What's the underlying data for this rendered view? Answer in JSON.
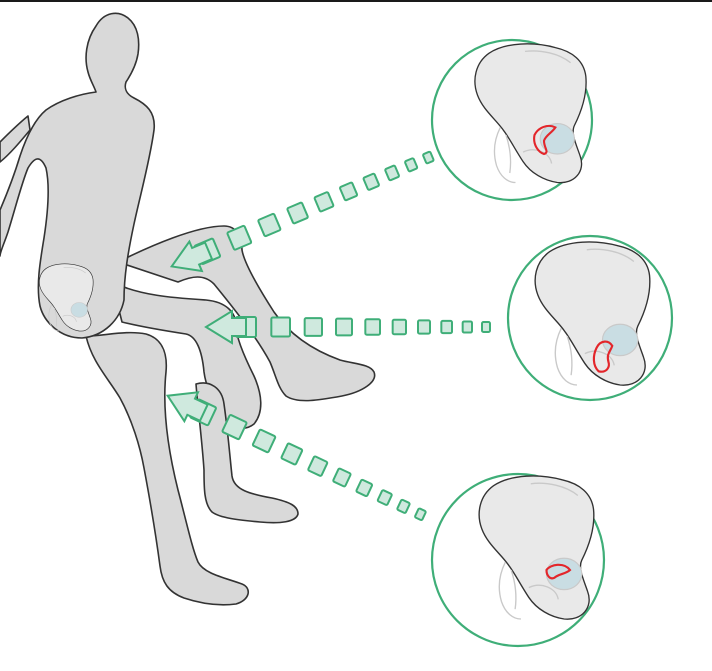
{
  "colors": {
    "skin": "#d9d9d9",
    "outline": "#333333",
    "bone": "#e9e9e9",
    "bone_shade": "#c9c9c9",
    "highlight": "#e3262b",
    "arrow_fill": "#cfe9de",
    "arrow_stroke": "#3fae78",
    "circle_stroke": "#3fae78",
    "cartilage": "#c9dde3",
    "top_border": "#1a1a1a"
  },
  "icons": {
    "figure": "human-figure-icon",
    "pelvis": "pelvis-bone-icon",
    "arrow": "dashed-arrow-icon"
  },
  "views": [
    {
      "id": "top",
      "highlight_position": "superior-acetabulum"
    },
    {
      "id": "middle",
      "highlight_position": "anterior-acetabulum"
    },
    {
      "id": "bottom",
      "highlight_position": "superior-rim"
    }
  ]
}
